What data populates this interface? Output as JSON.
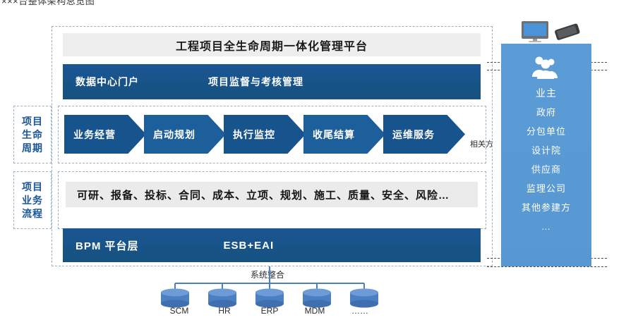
{
  "caption": "×××台整体架构总览图",
  "platform": {
    "title": "工程项目全生命周期一体化管理平台",
    "portal_bar": {
      "left_label": "数据中心门户",
      "right_label": "项目监督与考核管理"
    },
    "lifecycle": {
      "side_label": "项目生命周期",
      "stages": [
        {
          "label": "业务经营",
          "tone": "dark"
        },
        {
          "label": "启动规划",
          "tone": "light"
        },
        {
          "label": "执行监控",
          "tone": "dark"
        },
        {
          "label": "收尾结算",
          "tone": "light"
        },
        {
          "label": "运维服务",
          "tone": "dark"
        }
      ]
    },
    "business_process": {
      "side_label": "项目业务流程",
      "items_text": "可研、报备、投标、合同、成本、立项、规划、施工、质量、安全、风险…"
    },
    "bpm_bar": {
      "left_label": "BPM  平台层",
      "right_label": "ESB+EAI"
    }
  },
  "stakeholders": {
    "arrow_label": "相关方",
    "items": [
      "业主",
      "政府",
      "分包单位",
      "设计院",
      "供应商",
      "监理公司",
      "其他参建方",
      "…"
    ],
    "icons": {
      "group": "people-group-icon",
      "monitor": "desktop-monitor-icon",
      "phone": "smartphone-icon"
    }
  },
  "system_integration": {
    "label": "系统整合",
    "databases": [
      "SCM",
      "HR",
      "ERP",
      "MDM",
      "……"
    ]
  },
  "colors": {
    "deep_blue": "#17538c",
    "mid_blue": "#1d5f9a",
    "panel_blue": "#5c9cd6",
    "band_grey": "#ebebeb",
    "dashed_border": "#9bb0c4"
  }
}
